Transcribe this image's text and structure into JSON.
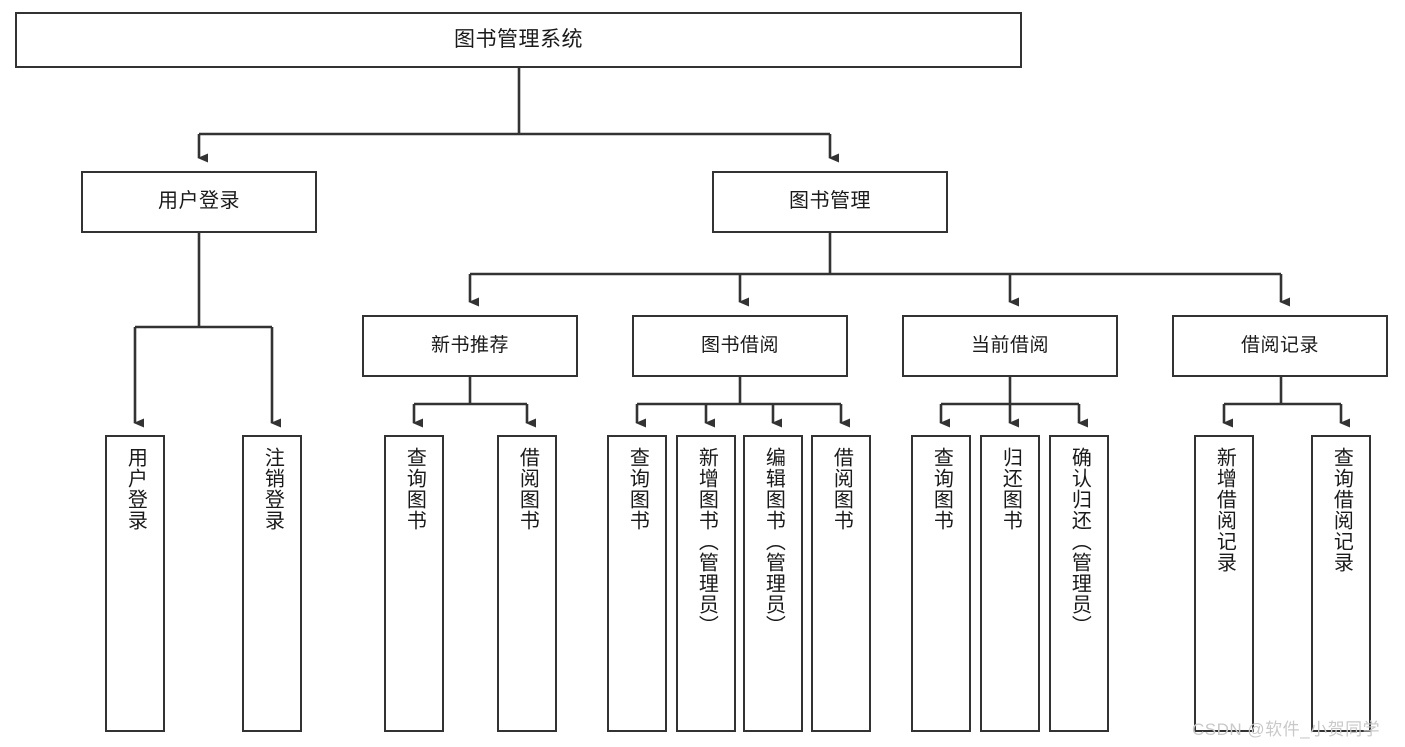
{
  "diagram": {
    "title": "图书管理系统",
    "type": "tree-hierarchy-chart",
    "colors": {
      "stroke": "#333333",
      "node_fill": "#ffffff",
      "text": "#1a1a1a",
      "background": "#ffffff",
      "watermark": "#c9c9c9"
    }
  },
  "root": {
    "label": "图书管理系统"
  },
  "level1": [
    {
      "label": "用户登录"
    },
    {
      "label": "图书管理"
    }
  ],
  "level2": [
    {
      "label": "新书推荐"
    },
    {
      "label": "图书借阅"
    },
    {
      "label": "当前借阅"
    },
    {
      "label": "借阅记录"
    }
  ],
  "leaves": {
    "user_login": [
      {
        "label": "用户登录"
      },
      {
        "label": "注销登录"
      }
    ],
    "new_book": [
      {
        "label": "查询图书"
      },
      {
        "label": "借阅图书"
      }
    ],
    "book_borrow": [
      {
        "label": "查询图书"
      },
      {
        "label": "新增图书（管理员）"
      },
      {
        "label": "编辑图书（管理员）"
      },
      {
        "label": "借阅图书"
      }
    ],
    "current_borrow": [
      {
        "label": "查询图书"
      },
      {
        "label": "归还图书"
      },
      {
        "label": "确认归还（管理员）"
      }
    ],
    "borrow_record": [
      {
        "label": "新增借阅记录"
      },
      {
        "label": "查询借阅记录"
      }
    ]
  },
  "watermark": {
    "text": "CSDN @软件_小贺同学"
  }
}
